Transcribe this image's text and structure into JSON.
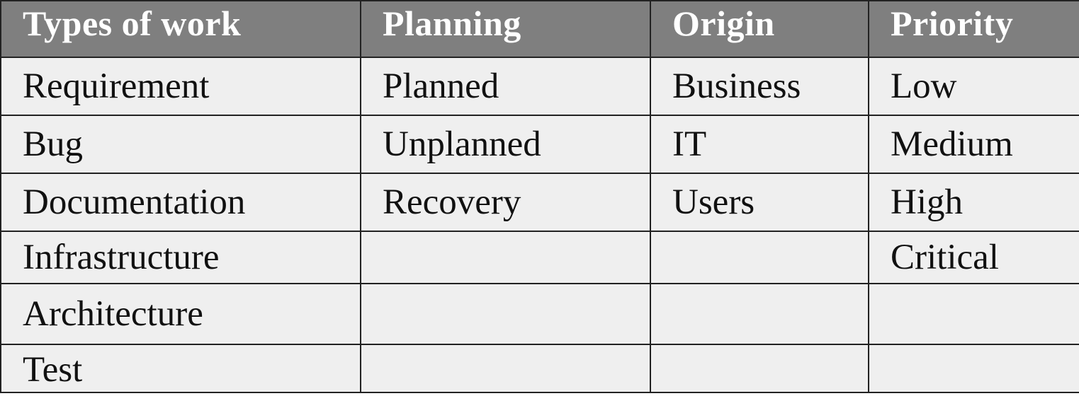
{
  "table": {
    "headers": [
      "Types of work",
      "Planning",
      "Origin",
      "Priority"
    ],
    "rows": [
      [
        "Requirement",
        "Planned",
        "Business",
        "Low"
      ],
      [
        "Bug",
        "Unplanned",
        "IT",
        "Medium"
      ],
      [
        "Documentation",
        "Recovery",
        "Users",
        "High"
      ],
      [
        "Infrastructure",
        "",
        "",
        "Critical"
      ],
      [
        "Architecture",
        "",
        "",
        ""
      ],
      [
        "Test",
        "",
        "",
        ""
      ]
    ]
  },
  "colors": {
    "header_background": "#7f7f7f",
    "header_text": "#ffffff",
    "cell_background": "#efefef",
    "cell_text": "#111111",
    "border": "#222222"
  }
}
